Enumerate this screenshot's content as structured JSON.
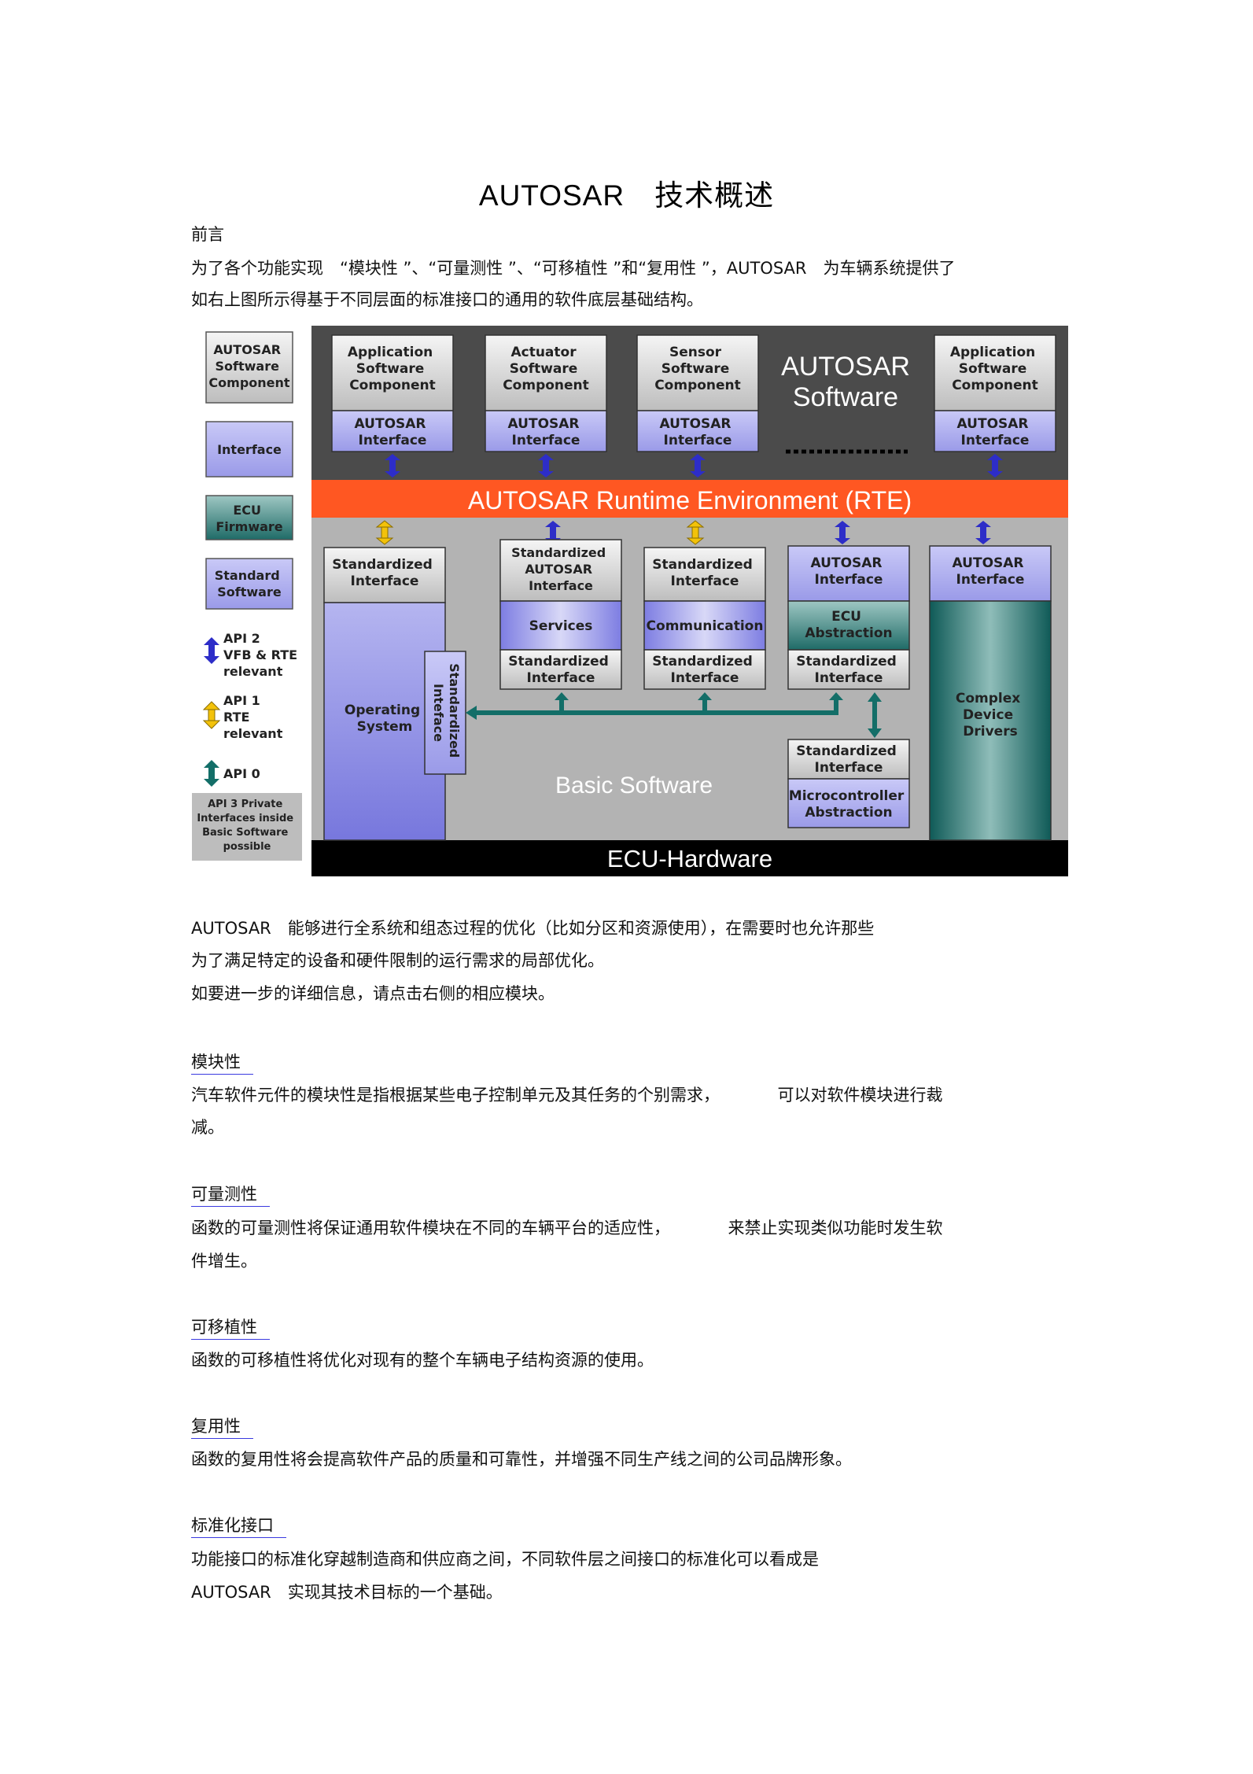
{
  "title": "AUTOSAR　技术概述",
  "preface_heading": "前言",
  "intro": [
    "为了各个功能实现　“模块性 ”、“可量测性 ”、“可移植性 ”和“复用性 ”，AUTOSAR　为车辆系统提供了",
    "如右上图所示得基于不同层面的标准接口的通用的软件底层基础结构。"
  ],
  "diagram": {
    "legend": {
      "swc": [
        "AUTOSAR",
        "Software",
        "Component"
      ],
      "interface": "Interface",
      "ecu_firmware": [
        "ECU",
        "Firmware"
      ],
      "standard_software": [
        "Standard",
        "Software"
      ],
      "api2": [
        "API 2",
        "VFB & RTE",
        "relevant"
      ],
      "api1": [
        "API 1",
        "RTE",
        "relevant"
      ],
      "api0": "API 0",
      "api3": [
        "API 3 Private",
        "Interfaces inside",
        "Basic Software",
        "possible"
      ]
    },
    "components": [
      {
        "name": [
          "Application",
          "Software",
          "Component"
        ],
        "iface": [
          "AUTOSAR",
          "Interface"
        ]
      },
      {
        "name": [
          "Actuator",
          "Software",
          "Component"
        ],
        "iface": [
          "AUTOSAR",
          "Interface"
        ]
      },
      {
        "name": [
          "Sensor",
          "Software",
          "Component"
        ],
        "iface": [
          "AUTOSAR",
          "Interface"
        ]
      },
      {
        "name": [
          "Application",
          "Software",
          "Component"
        ],
        "iface": [
          "AUTOSAR",
          "Interface"
        ]
      }
    ],
    "autosar_software": [
      "AUTOSAR",
      "Software"
    ],
    "rte": "AUTOSAR Runtime Environment (RTE)",
    "std_interface": [
      "Standardized",
      "Interface"
    ],
    "std_autosar_interface": [
      "Standardized",
      "AUTOSAR",
      "Interface"
    ],
    "autosar_interface": [
      "AUTOSAR",
      "Interface"
    ],
    "services": "Services",
    "communication": "Communication",
    "ecu_abstraction": [
      "ECU",
      "Abstraction"
    ],
    "operating_system": [
      "Operating",
      "System"
    ],
    "std_inteface_vertical": [
      "Standardized",
      "Inteface"
    ],
    "complex_drivers": [
      "Complex",
      "Device",
      "Drivers"
    ],
    "microcontroller_abstraction": [
      "Microcontroller",
      "Abstraction"
    ],
    "basic_software": "Basic Software",
    "ecu_hardware": "ECU-Hardware"
  },
  "body": [
    "AUTOSAR　能够进行全系统和组态过程的优化（比如分区和资源使用），在需要时也允许那些",
    "为了满足特定的设备和硬件限制的运行需求的局部优化。",
    "如要进一步的详细信息，请点击右侧的相应模块。"
  ],
  "sections": [
    {
      "title": "模块性",
      "lines": [
        "汽车软件元件的模块性是指根据某些电子控制单元及其任务的个别需求，　　　　可以对软件模块进行裁",
        "减。"
      ]
    },
    {
      "title": "可量测性",
      "lines": [
        "函数的可量测性将保证通用软件模块在不同的车辆平台的适应性，　　　　来禁止实现类似功能时发生软",
        "件增生。"
      ]
    },
    {
      "title": "可移植性",
      "lines": [
        "函数的可移植性将优化对现有的整个车辆电子结构资源的使用。"
      ]
    },
    {
      "title": "复用性",
      "lines": [
        "函数的复用性将会提高软件产品的质量和可靠性，并增强不同生产线之间的公司品牌形象。"
      ]
    },
    {
      "title": "标准化接口",
      "lines": [
        "功能接口的标准化穿越制造商和供应商之间，不同软件层之间接口的标准化可以看成是",
        "AUTOSAR　实现其技术目标的一个基础。"
      ]
    }
  ]
}
